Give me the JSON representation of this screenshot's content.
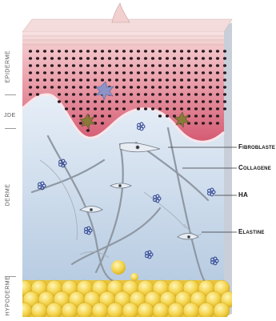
{
  "layers": {
    "epidermis": "EPIDERME",
    "junction": "JDE",
    "dermis": "DERME",
    "hypodermis": "HYPODERME"
  },
  "callouts": [
    {
      "key": "fibroblast",
      "label": "Fibroblaste"
    },
    {
      "key": "collagen",
      "label": "Collagene"
    },
    {
      "key": "ha",
      "label": "HA"
    },
    {
      "key": "elastin",
      "label": "Elastine"
    }
  ],
  "colors": {
    "epidermis_top": "#f1c4c7",
    "epidermis_base": "#d9677c",
    "dermis_top": "#dfe8f3",
    "dermis_bottom": "#b9cde3",
    "fat": "#f2d24a",
    "fibers": "#8f98a3",
    "ha_dots": "#2b3f8f"
  }
}
